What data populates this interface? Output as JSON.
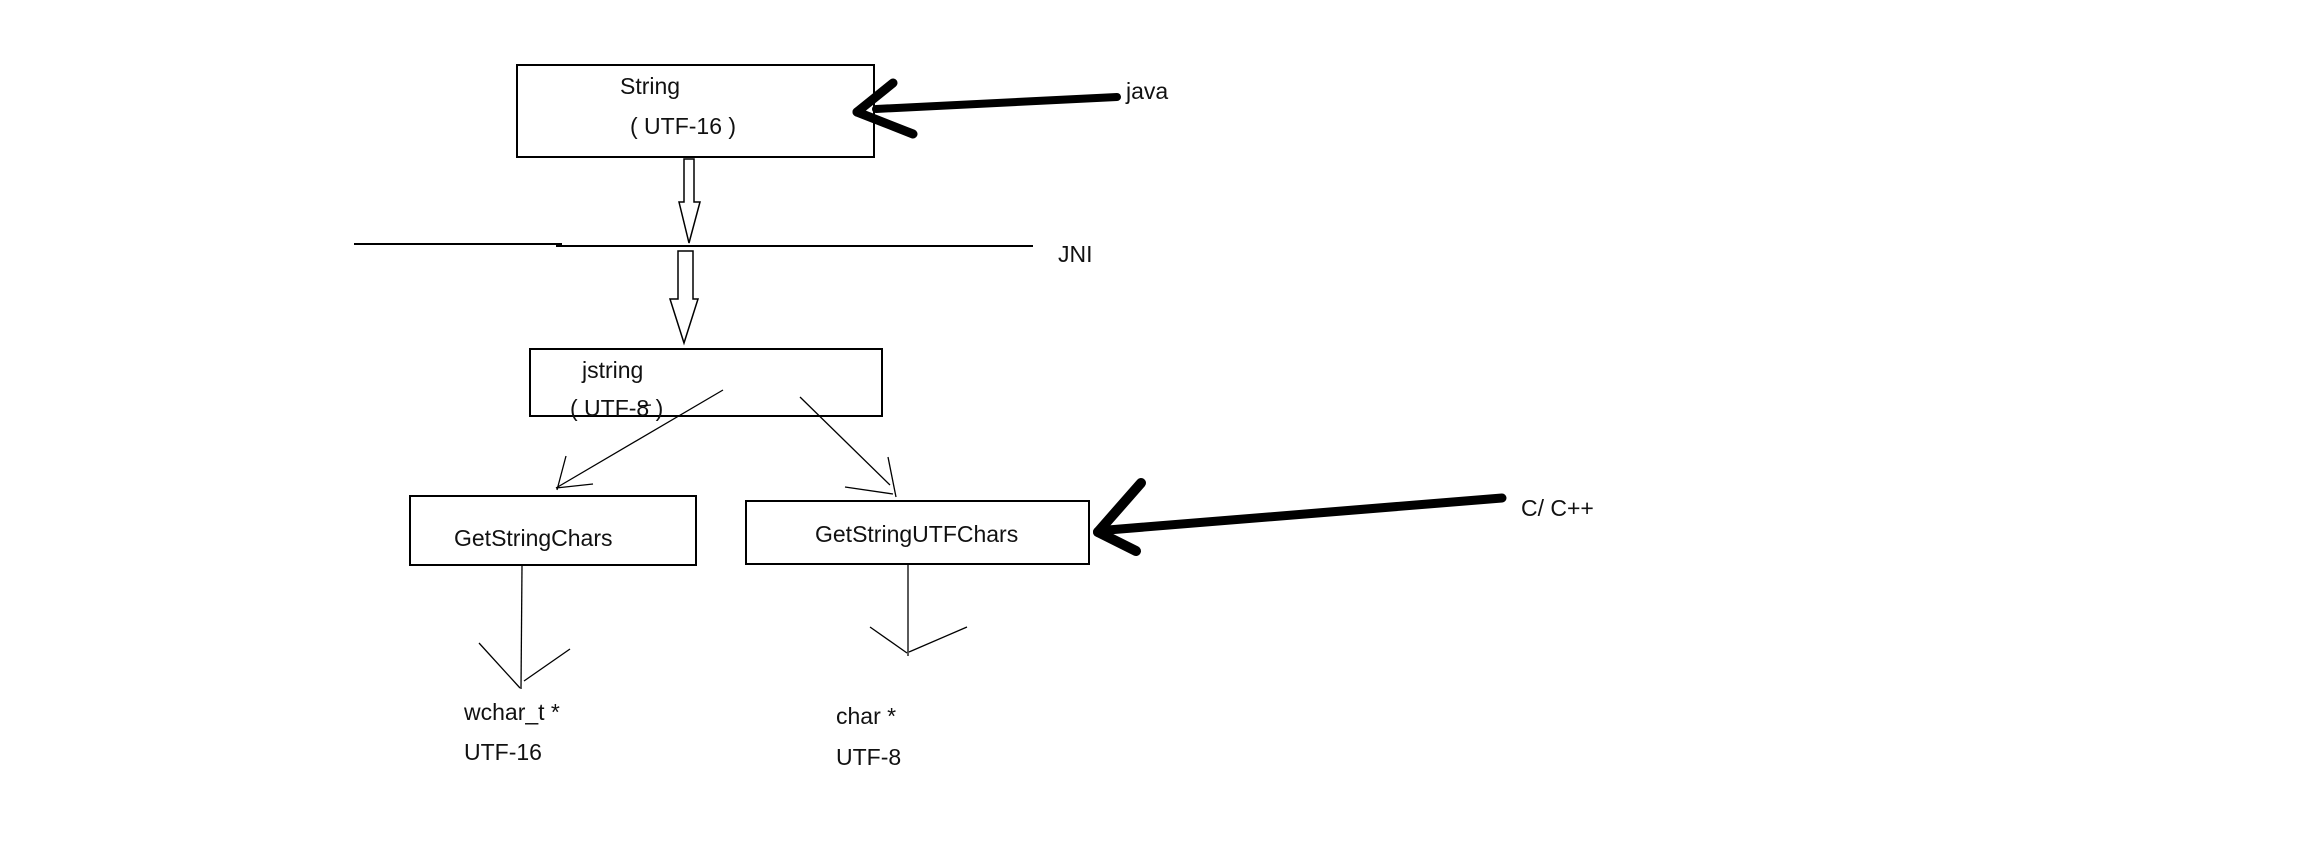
{
  "diagram": {
    "background_color": "#ffffff",
    "stroke_color": "#000000",
    "nodes": {
      "string_box": {
        "line1": "String",
        "line2": "( UTF-16 )"
      },
      "jstring_box": {
        "line1": "jstring",
        "line2": "( UTF-8 )"
      },
      "get_string_chars_box": {
        "label": "GetStringChars"
      },
      "get_string_utf_chars_box": {
        "label": "GetStringUTFChars"
      }
    },
    "labels": {
      "java": "java",
      "jni": "JNI",
      "c_cpp": "C/ C++"
    },
    "outputs": {
      "wchar": {
        "line1": "wchar_t *",
        "line2": "UTF-16"
      },
      "char": {
        "line1": "char *",
        "line2": "UTF-8"
      }
    }
  }
}
